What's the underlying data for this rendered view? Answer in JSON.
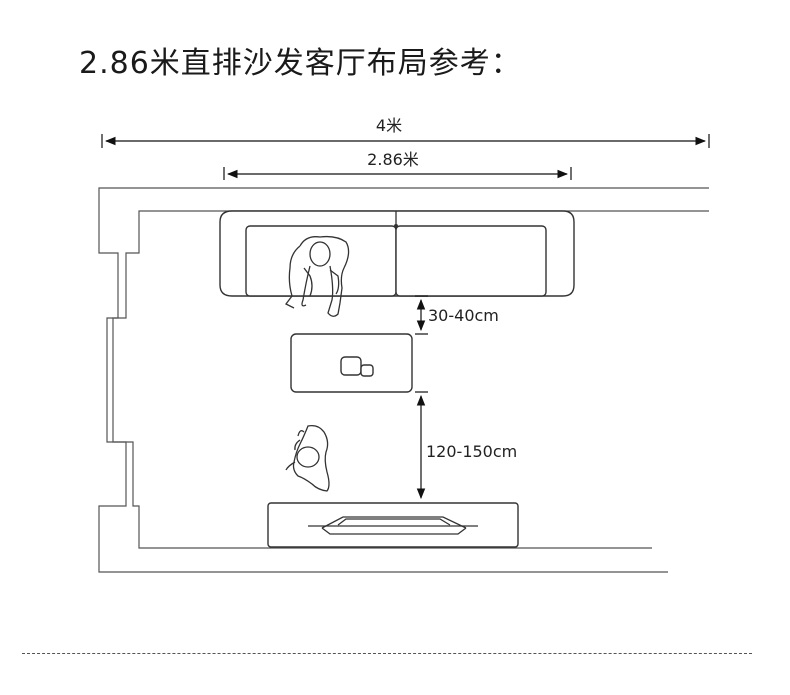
{
  "title": "2.86米直排沙发客厅布局参考：",
  "dimensions": {
    "room_width": "4米",
    "sofa_width": "2.86米",
    "sofa_to_table": "30-40cm",
    "table_to_tv": "120-150cm"
  }
}
